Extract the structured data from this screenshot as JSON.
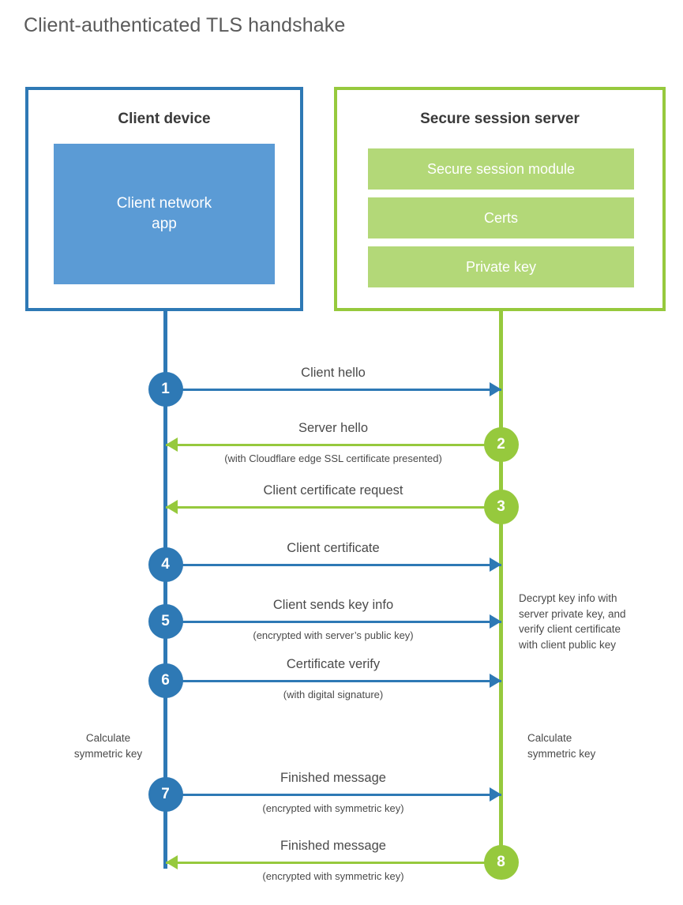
{
  "title": "Client-authenticated TLS handshake",
  "colors": {
    "client_blue": "#2e79b5",
    "client_app_fill": "#5b9bd5",
    "server_green": "#96c93d",
    "server_bar_fill": "#b3d878",
    "text": "#4a4a4a"
  },
  "client": {
    "title": "Client device",
    "app_label": "Client network\napp"
  },
  "server": {
    "title": "Secure session server",
    "bars": [
      {
        "label": "Secure session module"
      },
      {
        "label": "Certs"
      },
      {
        "label": "Private key"
      }
    ]
  },
  "steps": [
    {
      "number": "1",
      "label": "Client hello",
      "sublabel": "",
      "direction": "client-to-server",
      "color": "#2e79b5"
    },
    {
      "number": "2",
      "label": "Server hello",
      "sublabel": "(with Cloudflare edge SSL certificate presented)",
      "direction": "server-to-client",
      "color": "#96c93d"
    },
    {
      "number": "3",
      "label": "Client certificate request",
      "sublabel": "",
      "direction": "server-to-client",
      "color": "#96c93d"
    },
    {
      "number": "4",
      "label": "Client certificate",
      "sublabel": "",
      "direction": "client-to-server",
      "color": "#2e79b5"
    },
    {
      "number": "5",
      "label": "Client sends key info",
      "sublabel": "(encrypted with server’s public key)",
      "direction": "client-to-server",
      "color": "#2e79b5"
    },
    {
      "number": "6",
      "label": "Certificate verify",
      "sublabel": "(with digital signature)",
      "direction": "client-to-server",
      "color": "#2e79b5"
    },
    {
      "number": "7",
      "label": "Finished message",
      "sublabel": "(encrypted with symmetric key)",
      "direction": "client-to-server",
      "color": "#2e79b5"
    },
    {
      "number": "8",
      "label": "Finished message",
      "sublabel": "(encrypted with symmetric key)",
      "direction": "server-to-client",
      "color": "#96c93d"
    }
  ],
  "notes": {
    "server_decrypt": "Decrypt key info with\nserver private key, and\nverify client certificate\nwith client public key",
    "client_calculate": "Calculate\nsymmetric key",
    "server_calculate": "Calculate\nsymmetric key"
  }
}
